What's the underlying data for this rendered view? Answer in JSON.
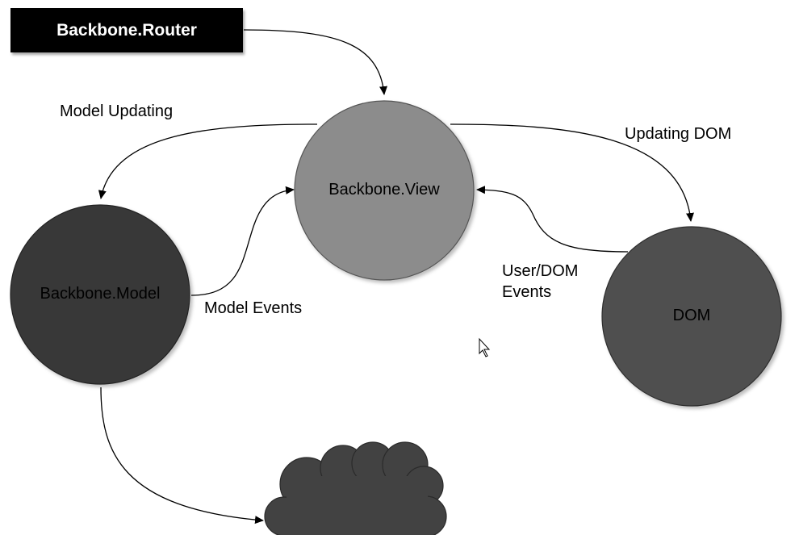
{
  "diagram": {
    "router": {
      "label": "Backbone.Router"
    },
    "view": {
      "label": "Backbone.View"
    },
    "model": {
      "label": "Backbone.Model"
    },
    "dom": {
      "label": "DOM"
    },
    "edges": {
      "model_updating": "Model Updating",
      "updating_dom": "Updating DOM",
      "model_events": "Model Events",
      "user_dom_events_line1": "User/DOM",
      "user_dom_events_line2": "Events"
    },
    "colors": {
      "router_fill": "#000000",
      "view_fill": "#8c8c8c",
      "model_fill": "#383838",
      "dom_fill": "#505050",
      "cloud_fill": "#424242"
    }
  }
}
